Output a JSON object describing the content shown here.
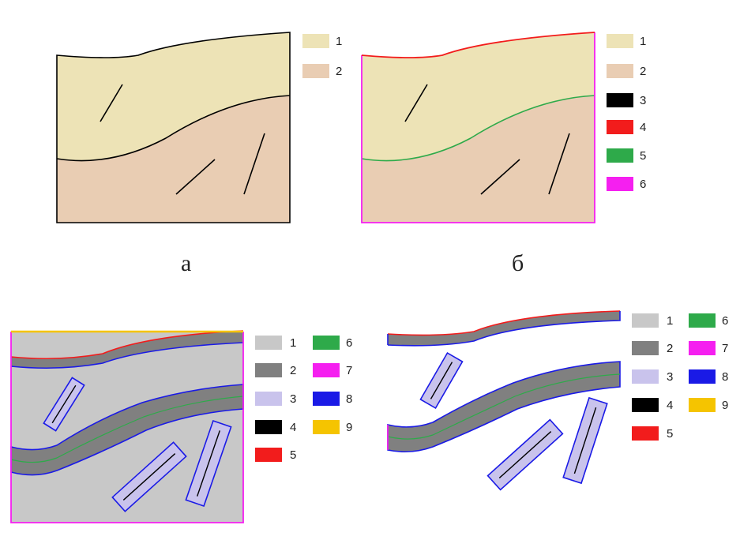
{
  "captions": {
    "a": "а",
    "b": "б"
  },
  "colors": {
    "layer1": "#EDE3B6",
    "layer2": "#E9CDB3",
    "black": "#000000",
    "red": "#F21C1C",
    "green": "#2EAA4A",
    "magenta": "#F51FF0",
    "gray_light": "#C8C8C8",
    "gray_dark": "#808080",
    "lavender": "#C9C3EC",
    "blue": "#1A1AE6",
    "yellow": "#F5C400"
  },
  "legend_a": [
    {
      "label": "1",
      "color": "#EDE3B6"
    },
    {
      "label": "2",
      "color": "#E9CDB3"
    }
  ],
  "legend_b": [
    {
      "label": "1",
      "color": "#EDE3B6"
    },
    {
      "label": "2",
      "color": "#E9CDB3"
    },
    {
      "label": "3",
      "color": "#000000"
    },
    {
      "label": "4",
      "color": "#F21C1C"
    },
    {
      "label": "5",
      "color": "#2EAA4A"
    },
    {
      "label": "6",
      "color": "#F51FF0"
    }
  ],
  "legend_c": [
    {
      "label": "1",
      "color": "#C8C8C8"
    },
    {
      "label": "2",
      "color": "#808080"
    },
    {
      "label": "3",
      "color": "#C9C3EC"
    },
    {
      "label": "4",
      "color": "#000000"
    },
    {
      "label": "5",
      "color": "#F21C1C"
    },
    {
      "label": "6",
      "color": "#2EAA4A"
    },
    {
      "label": "7",
      "color": "#F51FF0"
    },
    {
      "label": "8",
      "color": "#1A1AE6"
    },
    {
      "label": "9",
      "color": "#F5C400"
    }
  ],
  "legend_d": [
    {
      "label": "1",
      "color": "#C8C8C8"
    },
    {
      "label": "2",
      "color": "#808080"
    },
    {
      "label": "3",
      "color": "#C9C3EC"
    },
    {
      "label": "4",
      "color": "#000000"
    },
    {
      "label": "5",
      "color": "#F21C1C"
    },
    {
      "label": "6",
      "color": "#2EAA4A"
    },
    {
      "label": "7",
      "color": "#F51FF0"
    },
    {
      "label": "8",
      "color": "#1A1AE6"
    },
    {
      "label": "9",
      "color": "#F5C400"
    }
  ]
}
